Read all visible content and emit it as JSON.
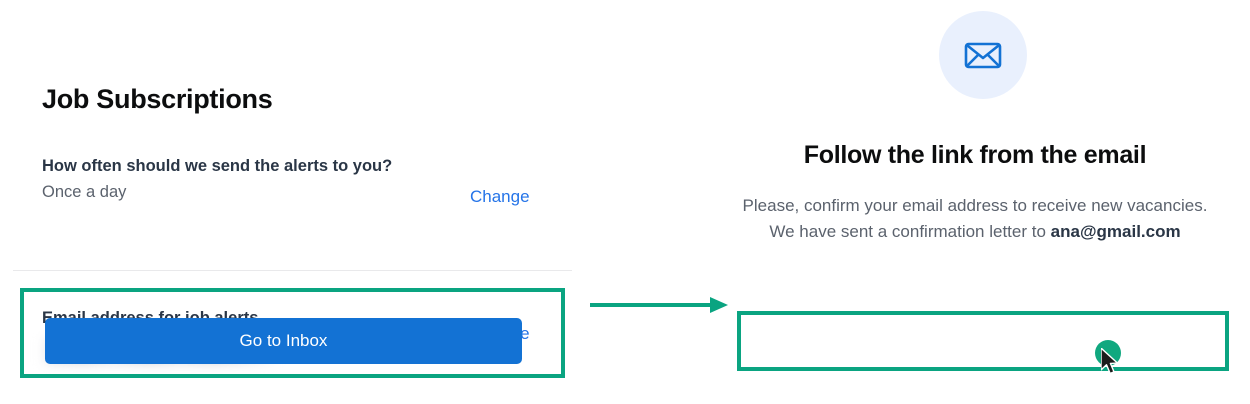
{
  "left_panel": {
    "title": "Job Subscriptions",
    "settings": [
      {
        "label": "How often should we send the alerts to you?",
        "value": "Once a day",
        "action_label": "Change"
      },
      {
        "label": "Email address for job alerts",
        "value": "",
        "value_redacted": true,
        "action_label": "Change"
      }
    ]
  },
  "annotations": {
    "highlight_color": "#0aa481",
    "arrow_icon": "right-arrow-icon",
    "click_marker_color": "#10a87f",
    "cursor_icon": "mouse-pointer-icon"
  },
  "right_panel": {
    "icon": "envelope-icon",
    "icon_color": "#1372d4",
    "icon_background": "#e9f0fd",
    "heading": "Follow the link from the email",
    "body_part1": "Please, confirm your email address to receive new vacancies. We have sent a confirmation letter to ",
    "email": "ana@gmail.com",
    "primary_button": {
      "label": "Go to Inbox",
      "color": "#1372d4"
    }
  }
}
